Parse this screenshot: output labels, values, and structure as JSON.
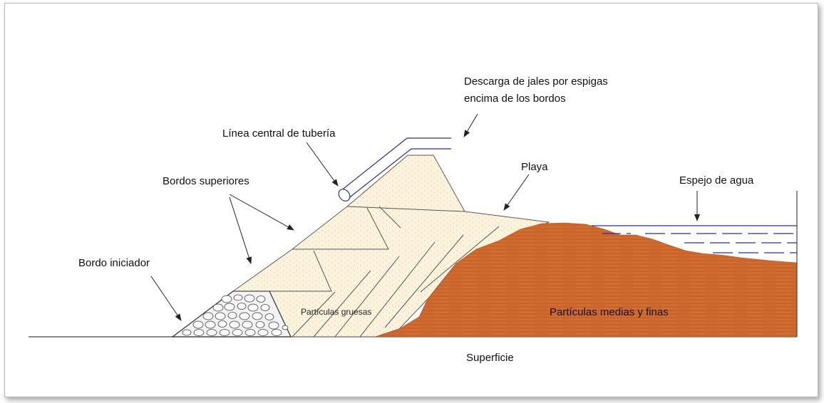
{
  "labels": {
    "descarga_line1": "Descarga de jales por espigas",
    "descarga_line2": "encima de los bordos",
    "linea_central": "Línea central de tubería",
    "playa": "Playa",
    "bordos_superiores": "Bordos superiores",
    "espejo_agua": "Espejo de agua",
    "bordo_iniciador": "Bordo iniciador",
    "particulas_gruesas": "Partículas gruesas",
    "particulas_medias": "Partículas medias y finas",
    "superficie": "Superficie"
  },
  "colors": {
    "sand_fill": "#fbf3dd",
    "sand_dots": "#e8c98c",
    "fine_fill": "#cf6a2f",
    "fine_stripe": "#bb5a22",
    "water_line": "#2d2d9e",
    "pipe": "#2b2b9a",
    "outline": "#333333"
  },
  "icons": {
    "pipe": "pipe-cross-section-icon",
    "arrow": "leader-arrow-icon",
    "rockfill": "rockfill-pattern-icon"
  }
}
